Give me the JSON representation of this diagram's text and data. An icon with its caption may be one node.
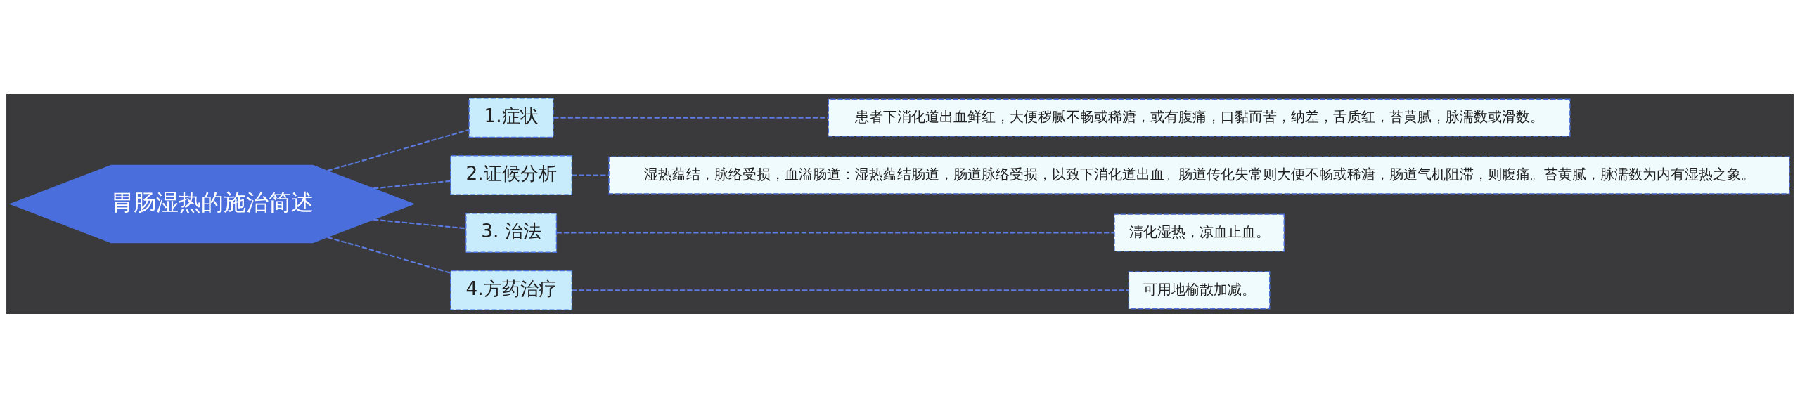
{
  "diagram": {
    "nodes": [
      {
        "text": [
          "胃肠湿热的施治简述"
        ]
      },
      {
        "text": [
          "1.症状"
        ]
      },
      {
        "text": [
          "患者下消化道出血鲜红，大便秽腻不畅或稀溏，或有腹痛，口黏而苦，纳差，舌质红，苔黄腻，脉濡数或滑数。"
        ]
      },
      {
        "text": [
          "2.证候分析"
        ]
      },
      {
        "text": [
          "湿热蕴结，脉络受损，血溢肠道：湿热蕴结肠道，肠道脉络受损，以致下消化道出血。肠道传化失常则大便不畅或稀溏，肠道气机阻滞，则腹痛。苔黄腻，脉濡数为内有湿热之象。"
        ]
      },
      {
        "text": [
          "3. 治法"
        ]
      },
      {
        "text": [
          "清化湿热，凉血止血。"
        ]
      },
      {
        "text": [
          "4.方药治疗"
        ]
      },
      {
        "text": [
          "可用地榆散加减。"
        ]
      }
    ],
    "edges": [
      {
        "from": 0,
        "to": 1,
        "arrow": "none",
        "style": "dashed"
      },
      {
        "from": 1,
        "to": 2,
        "arrow": "none",
        "style": "dashed"
      },
      {
        "from": 0,
        "to": 3,
        "arrow": "none",
        "style": "dashed"
      },
      {
        "from": 3,
        "to": 4,
        "arrow": "none",
        "style": "dashed"
      },
      {
        "from": 0,
        "to": 5,
        "arrow": "none",
        "style": "dashed"
      },
      {
        "from": 5,
        "to": 6,
        "arrow": "none",
        "style": "dashed"
      },
      {
        "from": 0,
        "to": 7,
        "arrow": "none",
        "style": "dashed"
      },
      {
        "from": 7,
        "to": 8,
        "arrow": "none",
        "style": "dashed"
      }
    ]
  }
}
